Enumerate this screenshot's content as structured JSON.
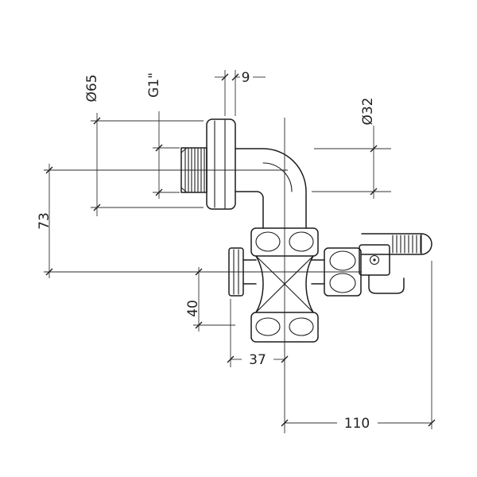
{
  "page": {
    "background": "#ffffff",
    "line_color": "#1c1c1c",
    "text_color": "#222222"
  },
  "drawing": {
    "type": "technical-dimension-drawing",
    "subject": "wall-mounted elbow valve with lever handle",
    "dimensions": {
      "flange_diameter": "Ø65",
      "thread_size": "G1\"",
      "flange_thickness": "9",
      "pipe_diameter": "Ø32",
      "inlet_to_outlet_height": "73",
      "outlet_height": "40",
      "outlet_offset": "37",
      "overall_reach": "110"
    }
  }
}
